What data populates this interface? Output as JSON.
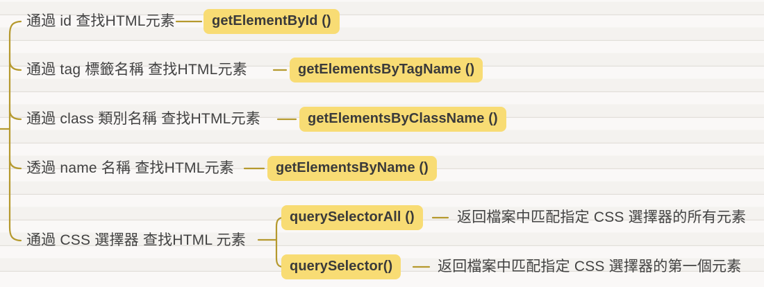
{
  "palette": {
    "background": "#f7f5f2",
    "ruled_line": "#e8e5e0",
    "branch_line": "#b5992d",
    "node_background": "#f8dc74",
    "node_text": "#3a3a3a",
    "label_text": "#424242"
  },
  "mindmap": {
    "branches": [
      {
        "label": "通過 id 查找HTML元素",
        "method": "getElementById ()"
      },
      {
        "label": "通過 tag 標籤名稱 查找HTML元素",
        "method": "getElementsByTagName ()"
      },
      {
        "label": "通過 class 類別名稱 查找HTML元素",
        "method": "getElementsByClassName ()"
      },
      {
        "label": "透過 name 名稱 查找HTML元素",
        "method": "getElementsByName ()"
      },
      {
        "label": "通過 CSS 選擇器 查找HTML 元素",
        "children": [
          {
            "method": "querySelectorAll ()",
            "description": "返回檔案中匹配指定 CSS 選擇器的所有元素"
          },
          {
            "method": "querySelector()",
            "description": "返回檔案中匹配指定 CSS 選擇器的第一個元素"
          }
        ]
      }
    ]
  }
}
